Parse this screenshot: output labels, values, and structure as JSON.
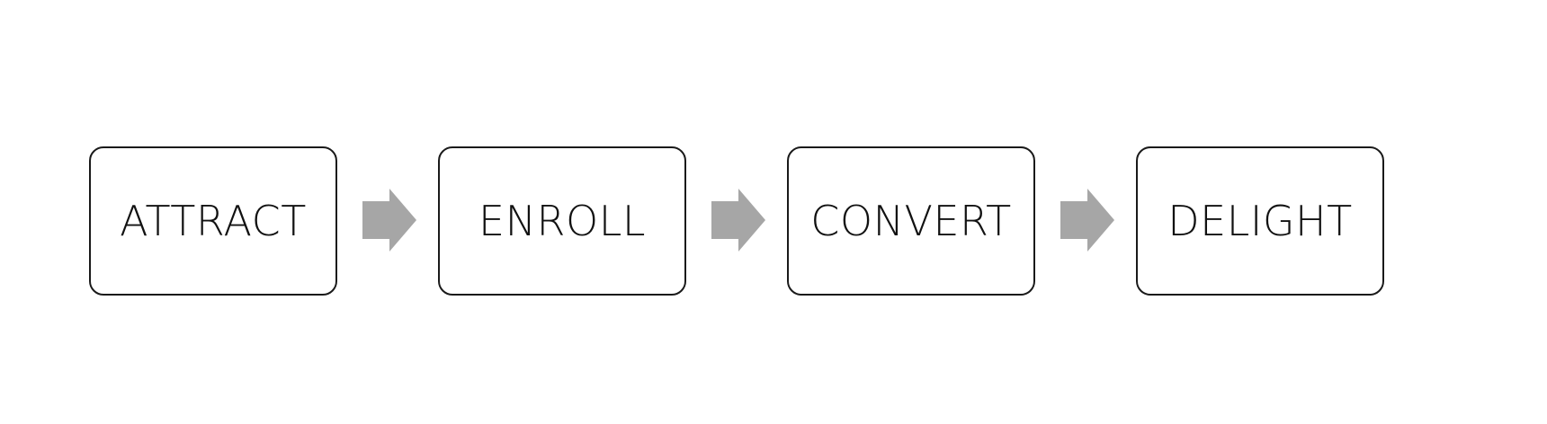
{
  "diagram": {
    "steps": [
      {
        "label": "ATTRACT"
      },
      {
        "label": "ENROLL"
      },
      {
        "label": "CONVERT"
      },
      {
        "label": "DELIGHT"
      }
    ],
    "connector": {
      "icon": "right-arrow-icon",
      "color": "#a6a6a6"
    },
    "box_border_color": "#1a1a1a",
    "background": "#ffffff"
  }
}
